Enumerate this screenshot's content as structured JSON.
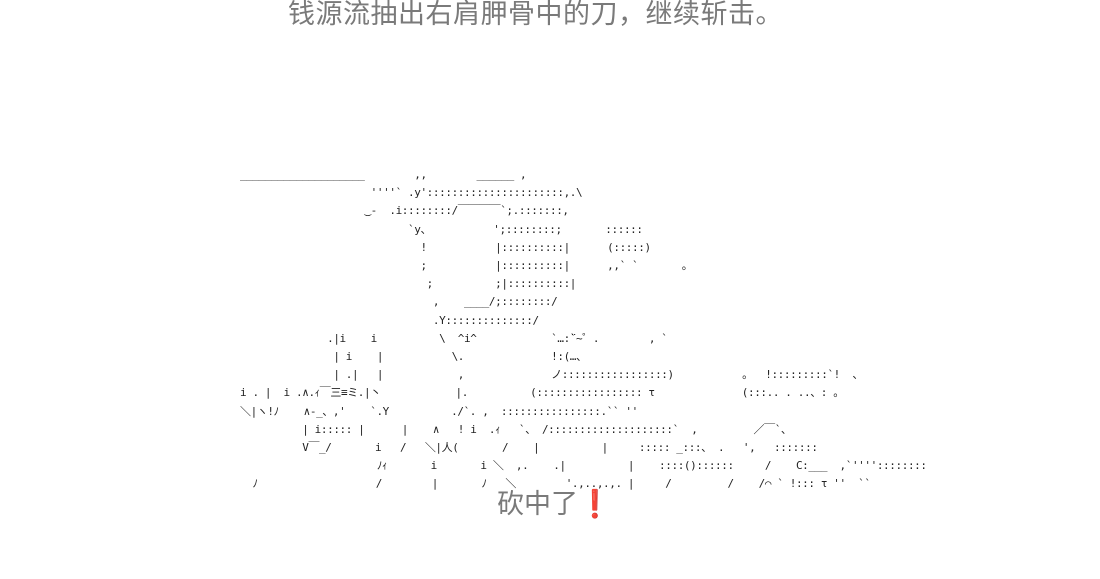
{
  "caption_top": "钱源流抽出右肩胛骨中的刀，继续斩击。",
  "caption_bottom": "砍中了❗",
  "ascii_art": [
    "____________________        ,,        ______ ,",
    "                     ''''` .y'::::::::::::::::::::::,.\\",
    "                    ‿-  .i::::::::/￣￣￣￣`;.:::::::,",
    "                           `y、          ';::::::::;       ::::::",
    "                             !           |::::::::::|      (:::::)",
    "                             ;           |::::::::::|      ,,` `       。",
    "                              ;          ;|::::::::::|",
    "                               ,    ____/;::::::::/",
    "                               .Y::::::::::::::/",
    "              .|i    i          \\  ^i^            `…:̈`~゜.        , `",
    "               | i    |           \\.              !:(…、",
    "               | .|   |            ,              ノ:::::::::::::::::)           。  !:::::::::`!  、",
    "i . |  i .∧.ｨ￣三≡ミ.|丶            |.          (::::::::::::::::: τ              (:::.. . ..、: 。",
    "＼|ヽ!ﾉ    ∧‐_、,'    `.Y          ./`. ,  ::::::::::::::::.`` ''",
    "          | i::::: |      |    ∧   ! i  .ｨ   `、 /::::::::::::::::::::`  ,         ／￣`、",
    "          V￣_/       i   /   ＼|人(       /    |          |     ::::: _:::、 .   ',   :::::::",
    "                      ﾉｨ       i       i ＼  ,.    .|          |    ::::()::::::     /    C:___  ,`''''::::::::",
    "  ﾉ                   /        |       ﾉ   ＼        '.,..,.,. |     /         /    /⌒ ` !::: τ ''  ``"
  ]
}
